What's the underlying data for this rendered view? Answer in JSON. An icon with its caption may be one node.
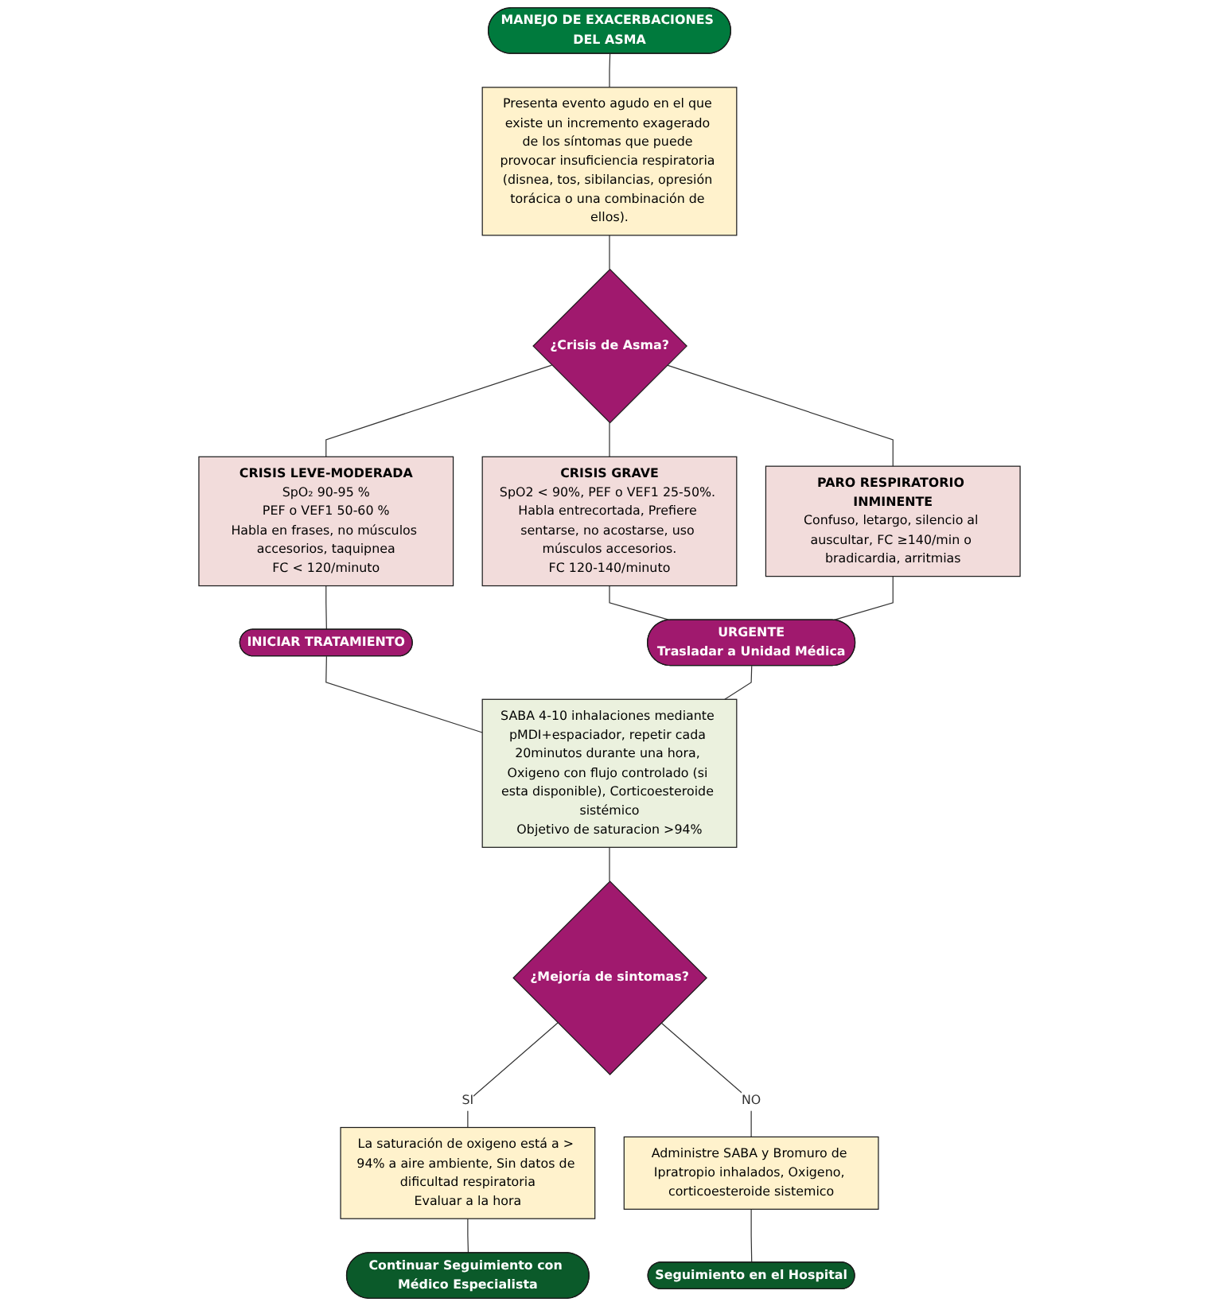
{
  "diagram": {
    "nodes": [
      {
        "text": [
          "MANEJO DE EXACERBACIONES DEL ASMA"
        ]
      },
      {
        "text": [
          "Presenta evento agudo en el que existe un incremento exagerado de los síntomas que puede provocar insuficiencia respiratoria (disnea, tos, sibilancias, opresión torácica o una combinación de ellos)."
        ]
      },
      {
        "text": [
          "¿Crisis de Asma?"
        ]
      },
      {
        "text": [
          "CRISIS LEVE-MODERADA",
          "SpO₂ 90-95 %",
          "PEF o VEF1 50-60 %",
          "Habla en frases, no músculos accesorios, taquipnea",
          "FC < 120/minuto"
        ]
      },
      {
        "text": [
          "CRISIS GRAVE",
          "SpO2 < 90%, PEF o VEF1 25-50%. Habla entrecortada, Prefiere sentarse, no acostarse, uso músculos accesorios.",
          "FC 120-140/minuto"
        ]
      },
      {
        "text": [
          "PARO RESPIRATORIO INMINENTE",
          "Confuso, letargo, silencio al auscultar, FC ≥140/min o bradicardia, arritmias"
        ]
      },
      {
        "text": [
          "INICIAR TRATAMIENTO"
        ]
      },
      {
        "text": [
          "URGENTE",
          "Trasladar a Unidad Médica"
        ]
      },
      {
        "text": [
          "SABA 4-10 inhalaciones mediante pMDI+espaciador, repetir cada 20minutos durante una hora, Oxigeno con flujo controlado (si esta disponible), Corticoesteroide sistémico",
          "Objetivo de saturacion >94%"
        ]
      },
      {
        "text": [
          "¿Mejoría de sintomas?"
        ]
      },
      {
        "text": [
          "La saturación de oxigeno está a > 94% a aire ambiente, Sin datos de dificultad respiratoria",
          "Evaluar a la hora"
        ]
      },
      {
        "text": [
          "Administre SABA y Bromuro de Ipratropio inhalados, Oxigeno, corticoesteroide sistemico"
        ]
      },
      {
        "text": [
          "Seguimiento en el Hospital"
        ]
      },
      {
        "text": [
          "Continuar Seguimiento con Médico Especialista"
        ]
      }
    ],
    "edges": [
      {
        "from": 0,
        "to": 1,
        "arrow": "none"
      },
      {
        "from": 1,
        "to": 2,
        "arrow": "none"
      },
      {
        "from": 2,
        "to": 3,
        "arrow": "none"
      },
      {
        "from": 2,
        "to": 4,
        "arrow": "none"
      },
      {
        "from": 2,
        "to": 5,
        "arrow": "none"
      },
      {
        "from": 3,
        "to": 6,
        "arrow": "none"
      },
      {
        "from": 4,
        "to": 7,
        "arrow": "none"
      },
      {
        "from": 5,
        "to": 7,
        "arrow": "none"
      },
      {
        "from": 6,
        "to": 8,
        "arrow": "none"
      },
      {
        "from": 7,
        "to": 8,
        "arrow": "none"
      },
      {
        "from": 8,
        "to": 9,
        "arrow": "none"
      },
      {
        "from": 9,
        "to": 10,
        "arrow": "none",
        "label": "SI"
      },
      {
        "from": 9,
        "to": 11,
        "arrow": "none",
        "label": "NO"
      },
      {
        "from": 11,
        "to": 12,
        "arrow": "none"
      },
      {
        "from": 10,
        "to": 13,
        "arrow": "none"
      }
    ]
  }
}
